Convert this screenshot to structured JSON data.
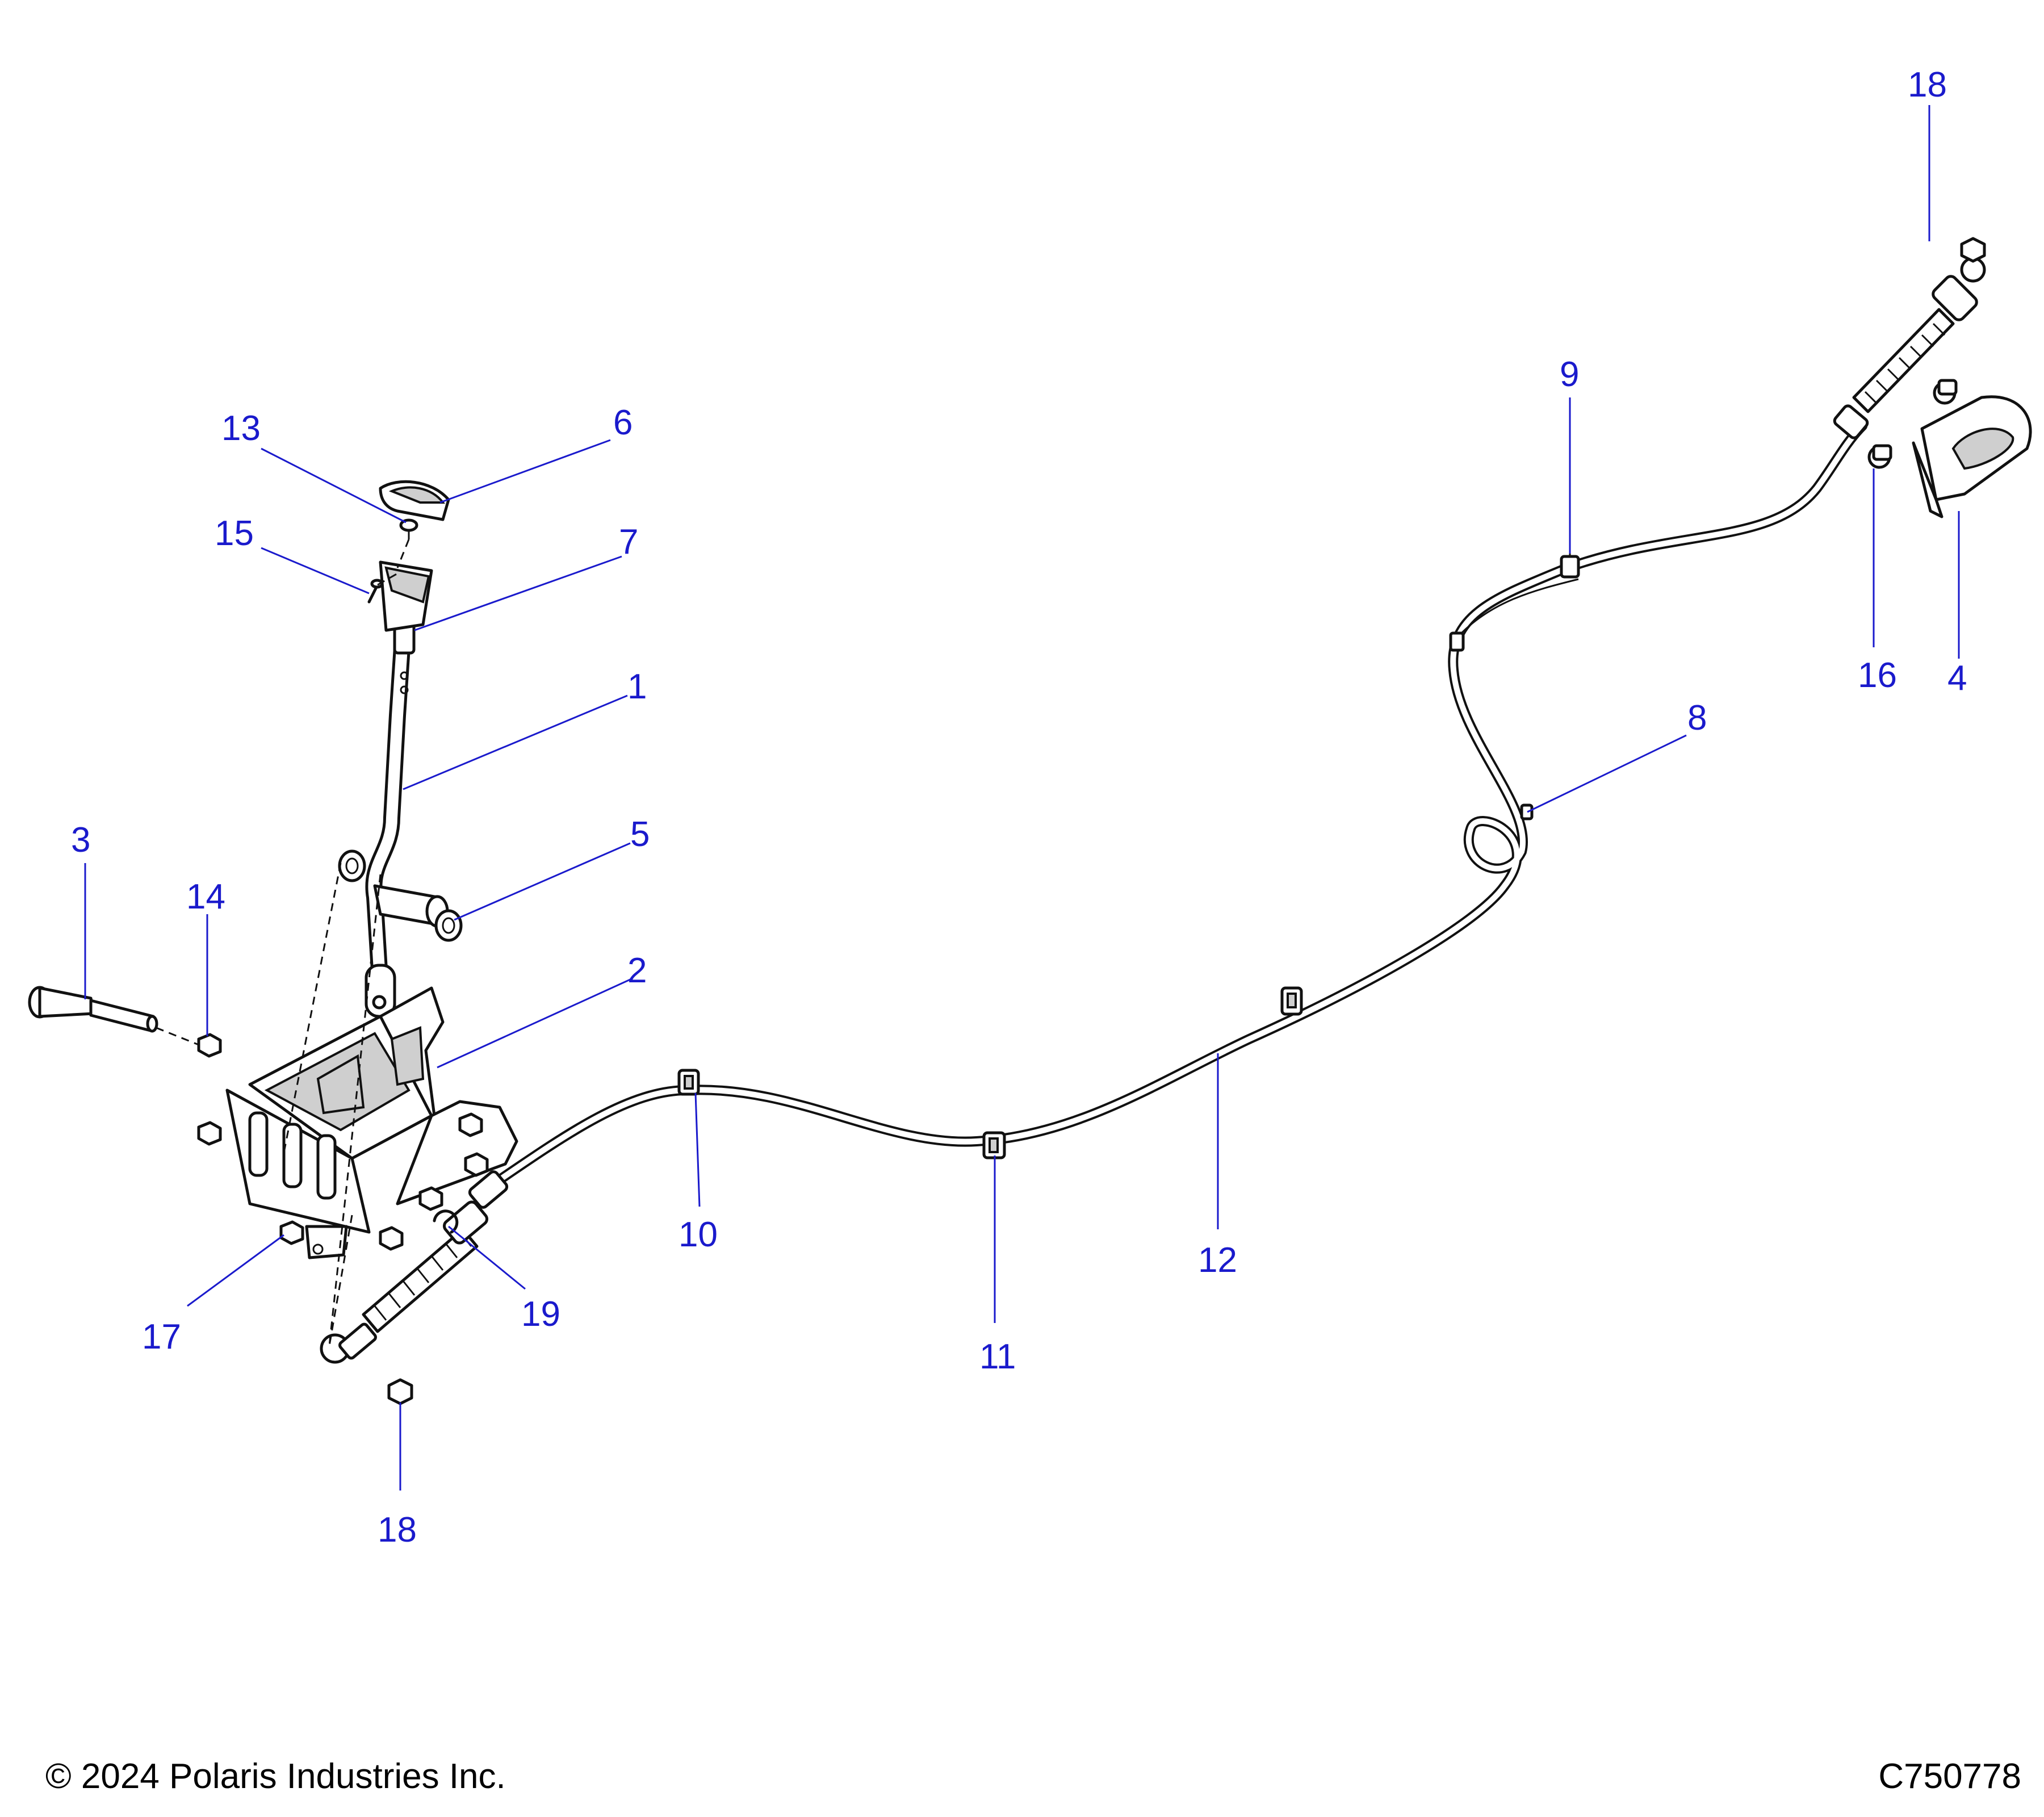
{
  "footer": {
    "copyright": "© 2024 Polaris Industries Inc.",
    "drawing_id": "C750778"
  },
  "callouts": [
    {
      "id": "c1",
      "label": "1"
    },
    {
      "id": "c2",
      "label": "2"
    },
    {
      "id": "c3",
      "label": "3"
    },
    {
      "id": "c4",
      "label": "4"
    },
    {
      "id": "c5",
      "label": "5"
    },
    {
      "id": "c6",
      "label": "6"
    },
    {
      "id": "c7",
      "label": "7"
    },
    {
      "id": "c8",
      "label": "8"
    },
    {
      "id": "c9",
      "label": "9"
    },
    {
      "id": "c10",
      "label": "10"
    },
    {
      "id": "c11",
      "label": "11"
    },
    {
      "id": "c12",
      "label": "12"
    },
    {
      "id": "c13",
      "label": "13"
    },
    {
      "id": "c14",
      "label": "14"
    },
    {
      "id": "c15",
      "label": "15"
    },
    {
      "id": "c16",
      "label": "16"
    },
    {
      "id": "c17",
      "label": "17"
    },
    {
      "id": "c18a",
      "label": "18"
    },
    {
      "id": "c18b",
      "label": "18"
    },
    {
      "id": "c19",
      "label": "19"
    }
  ]
}
